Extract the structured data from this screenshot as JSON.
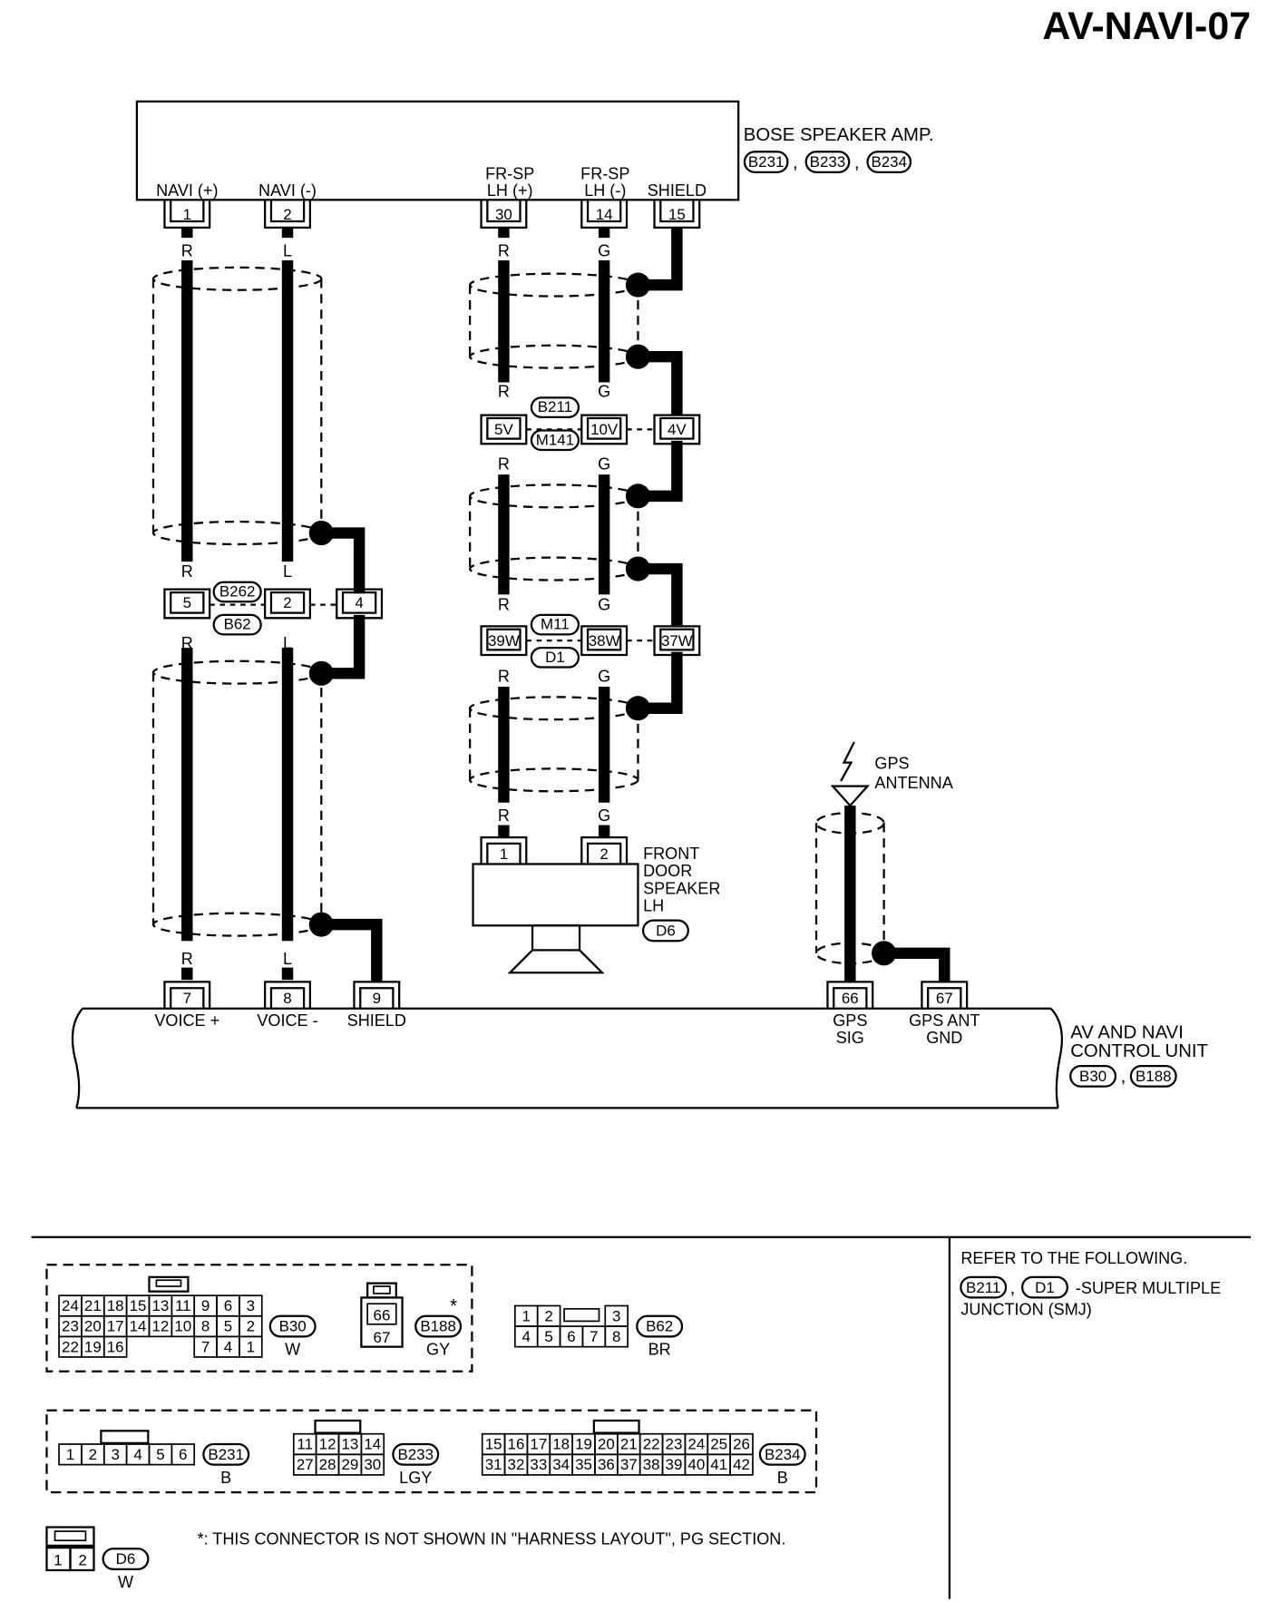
{
  "page_id": "AV-NAVI-07",
  "amp": {
    "name": "BOSE SPEAKER AMP.",
    "connectors": [
      "B231",
      "B233",
      "B234"
    ],
    "pins": [
      {
        "label": "NAVI (+)",
        "pin": "1"
      },
      {
        "label": "NAVI (-)",
        "pin": "2"
      },
      {
        "label1": "FR-SP",
        "label2": "LH (+)",
        "pin": "30"
      },
      {
        "label1": "FR-SP",
        "label2": "LH (-)",
        "pin": "14"
      },
      {
        "label": "SHIELD",
        "pin": "15"
      }
    ]
  },
  "wire_colors": {
    "r": "R",
    "l": "L",
    "g": "G"
  },
  "junction_left": {
    "upper_conn": "B262",
    "lower_conn": "B62",
    "pins": [
      "5",
      "2",
      "4"
    ]
  },
  "junction_mid1": {
    "upper_conn": "B211",
    "lower_conn": "M141",
    "pins": [
      "5V",
      "10V",
      "4V"
    ]
  },
  "junction_mid2": {
    "upper_conn": "M11",
    "lower_conn": "D1",
    "pins": [
      "39W",
      "38W",
      "37W"
    ]
  },
  "speaker": {
    "name_lines": [
      "FRONT",
      "DOOR",
      "SPEAKER",
      "LH"
    ],
    "connector": "D6",
    "pins": [
      "1",
      "2"
    ]
  },
  "gps": {
    "name_lines": [
      "GPS",
      "ANTENNA"
    ]
  },
  "control_unit": {
    "name_lines": [
      "AV AND NAVI",
      "CONTROL UNIT"
    ],
    "connectors": [
      "B30",
      "B188"
    ],
    "pins": [
      {
        "pin": "7",
        "label": "VOICE +"
      },
      {
        "pin": "8",
        "label": "VOICE -"
      },
      {
        "pin": "9",
        "label": "SHIELD"
      },
      {
        "pin": "66",
        "label1": "GPS",
        "label2": "SIG"
      },
      {
        "pin": "67",
        "label1": "GPS ANT",
        "label2": "GND"
      }
    ]
  },
  "legend": {
    "refer_text": "REFER TO THE FOLLOWING.",
    "refer_conns": [
      "B211",
      "D1"
    ],
    "refer_desc1": "-SUPER MULTIPLE",
    "refer_desc2": "JUNCTION (SMJ)",
    "footnote": "*: THIS CONNECTOR IS NOT SHOWN IN \"HARNESS LAYOUT\", PG SECTION.",
    "star": "*",
    "b30": {
      "id": "B30",
      "color": "W",
      "rows": [
        [
          "24",
          "21",
          "18",
          "15",
          "13",
          "11",
          "9",
          "6",
          "3"
        ],
        [
          "23",
          "20",
          "17",
          "14",
          "12",
          "10",
          "8",
          "5",
          "2"
        ],
        [
          "22",
          "19",
          "16",
          "",
          "",
          "",
          "7",
          "4",
          "1"
        ]
      ]
    },
    "b188": {
      "id": "B188",
      "color": "GY",
      "pins": [
        "66",
        "67"
      ]
    },
    "b62": {
      "id": "B62",
      "color": "BR",
      "rows": [
        [
          "1",
          "2",
          "",
          "",
          "3"
        ],
        [
          "4",
          "5",
          "6",
          "7",
          "8"
        ]
      ]
    },
    "b231": {
      "id": "B231",
      "color": "B",
      "pins": [
        "1",
        "2",
        "3",
        "4",
        "5",
        "6"
      ]
    },
    "b233": {
      "id": "B233",
      "color": "LGY",
      "rows": [
        [
          "11",
          "12",
          "13",
          "14"
        ],
        [
          "27",
          "28",
          "29",
          "30"
        ]
      ]
    },
    "b234": {
      "id": "B234",
      "color": "B",
      "rows": [
        [
          "15",
          "16",
          "17",
          "18",
          "19",
          "20",
          "21",
          "22",
          "23",
          "24",
          "25",
          "26"
        ],
        [
          "31",
          "32",
          "33",
          "34",
          "35",
          "36",
          "37",
          "38",
          "39",
          "40",
          "41",
          "42"
        ]
      ]
    },
    "d6": {
      "id": "D6",
      "color": "W",
      "pins": [
        "1",
        "2"
      ]
    }
  }
}
